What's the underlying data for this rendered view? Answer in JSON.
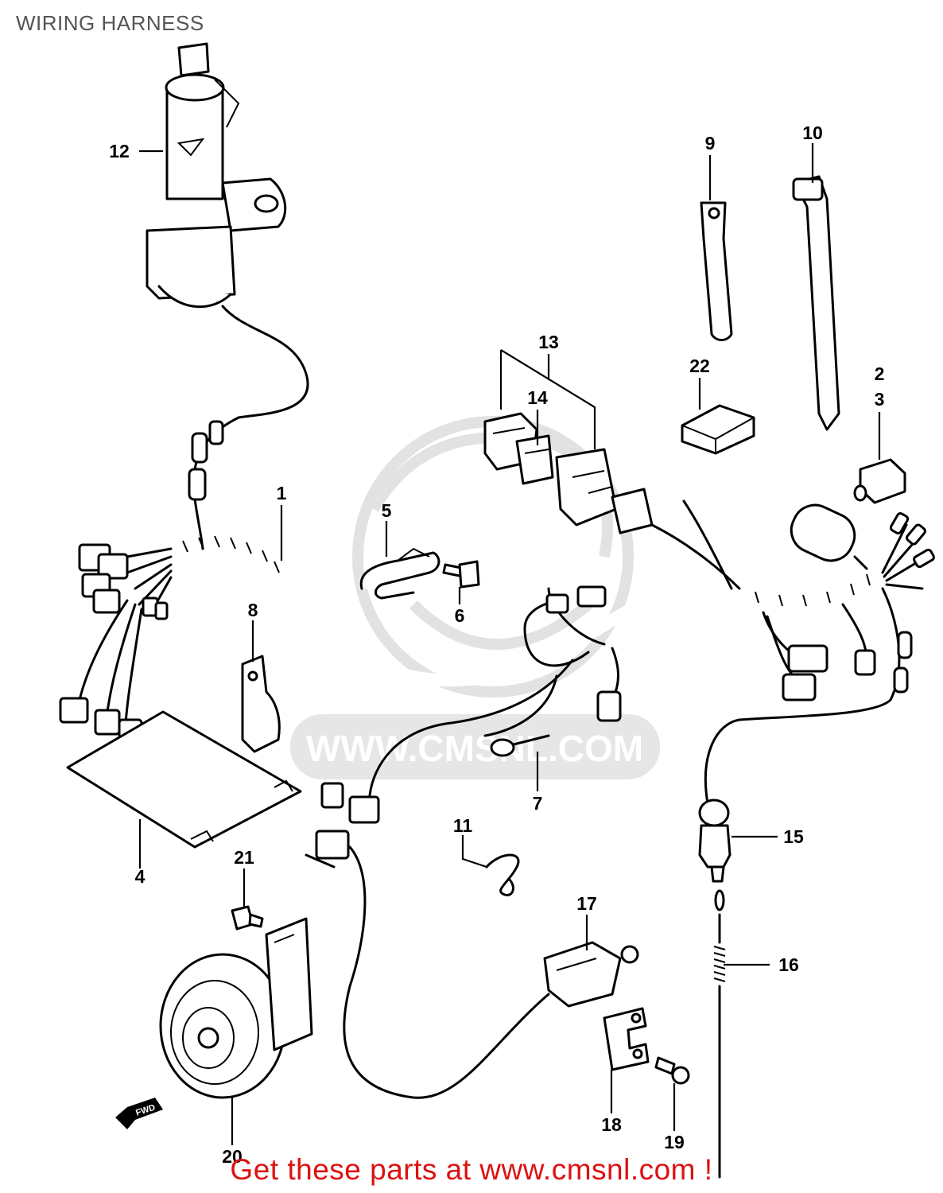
{
  "page": {
    "title": "WIRING HARNESS",
    "footer": "Get these parts at www.cmsnl.com !"
  },
  "watermark": {
    "text": "WWW.CMSNL.COM",
    "color": "#d4d4d4"
  },
  "colors": {
    "line": "#000000",
    "footer": "#dd1111",
    "title": "#555555"
  },
  "callouts": [
    {
      "id": "1",
      "label": "1",
      "part": "wiring-harness"
    },
    {
      "id": "2",
      "label": "2",
      "part": "relay"
    },
    {
      "id": "3",
      "label": "3",
      "part": "relay"
    },
    {
      "id": "4",
      "label": "4",
      "part": "cover-sheet"
    },
    {
      "id": "5",
      "label": "5",
      "part": "clamp"
    },
    {
      "id": "6",
      "label": "6",
      "part": "screw"
    },
    {
      "id": "7",
      "label": "7",
      "part": "ground-lead"
    },
    {
      "id": "8",
      "label": "8",
      "part": "clamp"
    },
    {
      "id": "9",
      "label": "9",
      "part": "clamp"
    },
    {
      "id": "10",
      "label": "10",
      "part": "cable-tie"
    },
    {
      "id": "11",
      "label": "11",
      "part": "clip"
    },
    {
      "id": "12",
      "label": "12",
      "part": "ignition-switch"
    },
    {
      "id": "13",
      "label": "13",
      "part": "fuse-box"
    },
    {
      "id": "14",
      "label": "14",
      "part": "fuse"
    },
    {
      "id": "15",
      "label": "15",
      "part": "rear-stop-switch"
    },
    {
      "id": "16",
      "label": "16",
      "part": "spring"
    },
    {
      "id": "17",
      "label": "17",
      "part": "front-stop-switch"
    },
    {
      "id": "18",
      "label": "18",
      "part": "bracket"
    },
    {
      "id": "19",
      "label": "19",
      "part": "screw"
    },
    {
      "id": "20",
      "label": "20",
      "part": "horn"
    },
    {
      "id": "21",
      "label": "21",
      "part": "bolt"
    },
    {
      "id": "22",
      "label": "22",
      "part": "cushion"
    }
  ],
  "fwd_label": "FWD"
}
